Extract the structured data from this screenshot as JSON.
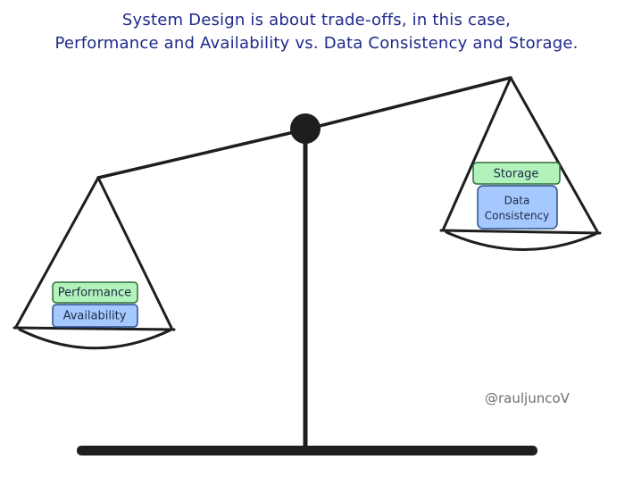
{
  "title": {
    "line1": "System Design is about trade-offs, in this case,",
    "line2": "Performance and Availability vs. Data Consistency and Storage."
  },
  "left_pan": {
    "top_box": "Performance",
    "bottom_box": "Availability"
  },
  "right_pan": {
    "top_box": "Storage",
    "bottom_box_line1": "Data",
    "bottom_box_line2": "Consistency"
  },
  "watermark": "@rauljuncoV",
  "colors": {
    "title": "#1e2a8a",
    "green_box_fill": "#b2f2bb",
    "green_box_stroke": "#2f6d37",
    "blue_box_fill": "#a5c8ff",
    "blue_box_stroke": "#2a4f8f",
    "ink": "#1e1e1e"
  }
}
